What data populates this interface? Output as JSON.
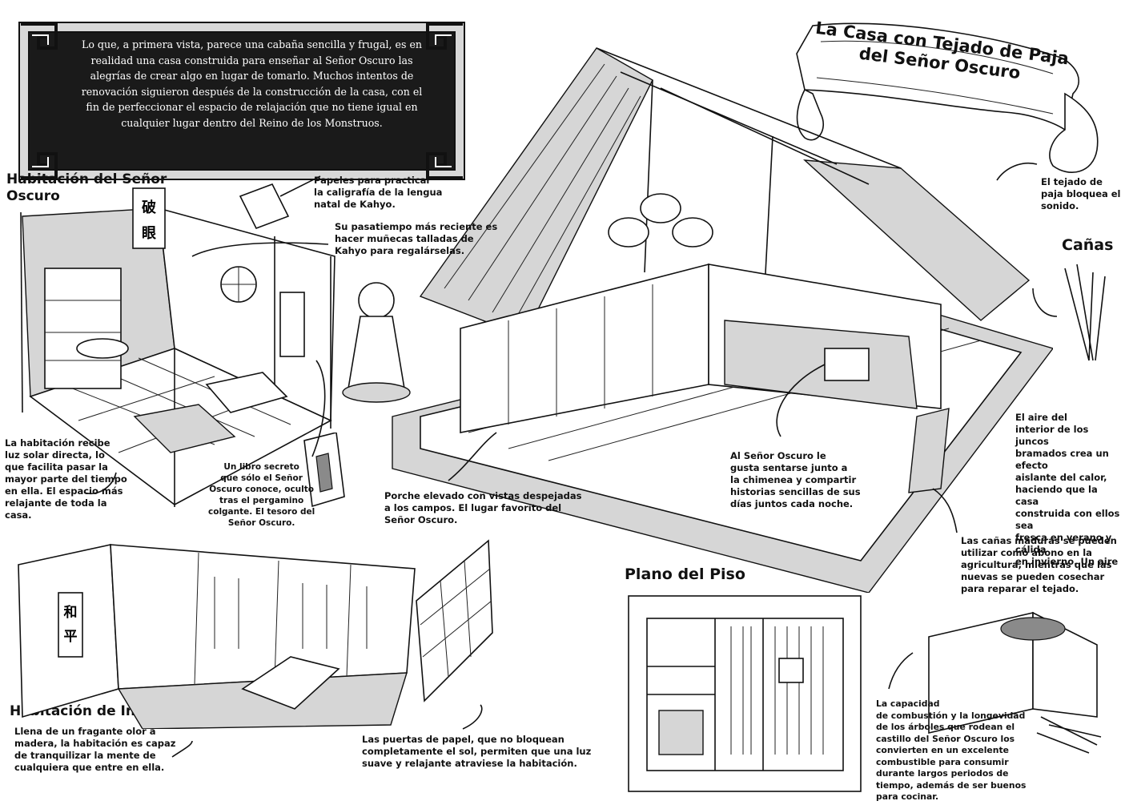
{
  "intro": {
    "text": "Lo que, a primera vista, parece una cabaña sencilla y frugal, es en\nrealidad una casa construida para enseñar al Señor Oscuro las\nalegrías de crear algo en lugar de tomarlo. Muchos intentos de\nrenovación siguieron después de la construcción de la casa, con el\nfin de perfeccionar el espacio de relajación que no tiene igual en\ncualquier lugar dentro del Reino de los Monstruos."
  },
  "banner": {
    "title": "La Casa con Tejado de Paja\ndel Señor Oscuro"
  },
  "headings": {
    "dark_lord_room": "Habitación del Señor\nOscuro",
    "guest_room": "Habitación de Invitados",
    "floor_plan": "Plano del Piso",
    "reeds": "Cañas"
  },
  "notes": {
    "calligraphy": "Papeles para practicar\nla caligrafía de la lengua\nnatal de Kahyo.",
    "hobby": "Su pasatiempo más reciente es\nhacer muñecas talladas de\nKahyo para regalárselas.",
    "sunlight": "La habitación recibe\nluz solar directa, lo\nque facilita pasar la\nmayor parte del tiempo\nen ella. El espacio más\nrelajante de toda la\ncasa.",
    "secret_book": "Un libro secreto\nque sólo el Señor\nOscuro conoce, oculto\ntras el pergamino\ncolgante. El tesoro del\nSeñor Oscuro.",
    "porch": "Porche elevado con vistas despejadas\na los campos. El lugar favorito del\nSeñor Oscuro.",
    "fireplace": "Al Señor Oscuro le\ngusta sentarse junto a\nla chimenea y compartir\nhistorias sencillas de sus\ndías juntos cada noche.",
    "roof": "El tejado de\npaja bloquea el\nsonido.",
    "air": "El aire del\ninterior de los juncos\nbramados crea un efecto\naislante del calor,\nhaciendo que la casa\nconstruida con ellos sea\nfresca en verano y cálida\nen invierno. Un aire",
    "mature_reeds": "Las cañas maduras se pueden\nutilizar como abono en la\nagricultura, mientras que las\nnuevas se pueden cosechar\npara reparar el tejado.",
    "guest_room": "Llena de un fragante olor a\nmadera, la habitación es capaz\nde tranquilizar la mente de\ncualquiera que entre en ella.",
    "paper_doors": "Las puertas de papel, que no bloquean\ncompletamente el sol, permiten que una luz\nsuave y relajante atraviese la habitación.",
    "firewood": "La capacidad\nde combustión y la longevidad\nde los árboles que rodean el\ncastillo del Señor Oscuro los\nconvierten en un excelente\ncombustible para consumir\ndurante largos periodos de\ntiempo, además de ser buenos\npara cocinar."
  },
  "scroll_texts": {
    "dark_lord_scroll": "破\n眼",
    "guest_scroll": "和\n平"
  },
  "colors": {
    "ink": "#111111",
    "panel": "#1a1a1a",
    "paper": "#ffffff",
    "shade": "#d6d6d6"
  }
}
